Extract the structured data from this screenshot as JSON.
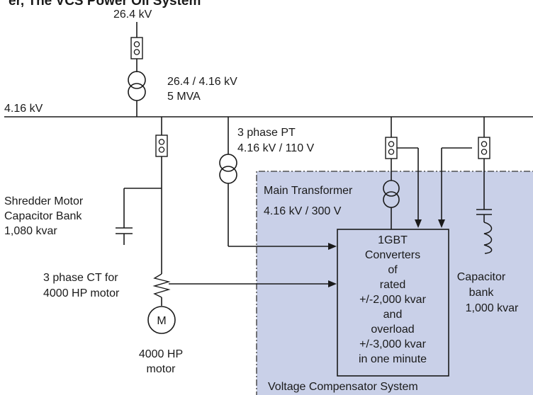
{
  "colors": {
    "panel_fill": "#c9d0e8",
    "panel_border": "#333333",
    "title_fragment": "#2c3d8c",
    "line": "#1a1a1a"
  },
  "title_fragment": "er, The VCS Power Oil System",
  "source": {
    "voltage": "26.4 kV"
  },
  "main_transformer_top": {
    "ratio": "26.4 / 4.16 kV",
    "rating": "5 MVA"
  },
  "bus": {
    "label": "4.16 kV"
  },
  "pt": {
    "line1": "3 phase PT",
    "line2": "4.16 kV / 110 V"
  },
  "shredder_capacitor": {
    "line1": "Shredder Motor",
    "line2": "Capacitor Bank",
    "line3": "1,080 kvar"
  },
  "ct": {
    "line1": "3 phase CT for",
    "line2": "4000 HP motor"
  },
  "motor": {
    "symbol": "M",
    "line1": "4000 HP",
    "line2": "motor"
  },
  "vcs": {
    "title": "Voltage Compensator System",
    "transformer_name": "Main Transformer",
    "transformer_ratio": "4.16 kV / 300 V",
    "converter_lines": [
      "1GBT",
      "Converters",
      "of",
      "rated",
      "+/-2,000 kvar",
      "and",
      "overload",
      "+/-3,000 kvar",
      "in one minute"
    ],
    "capacitor_lines": [
      "Capacitor",
      "bank",
      "1,000 kvar"
    ]
  }
}
